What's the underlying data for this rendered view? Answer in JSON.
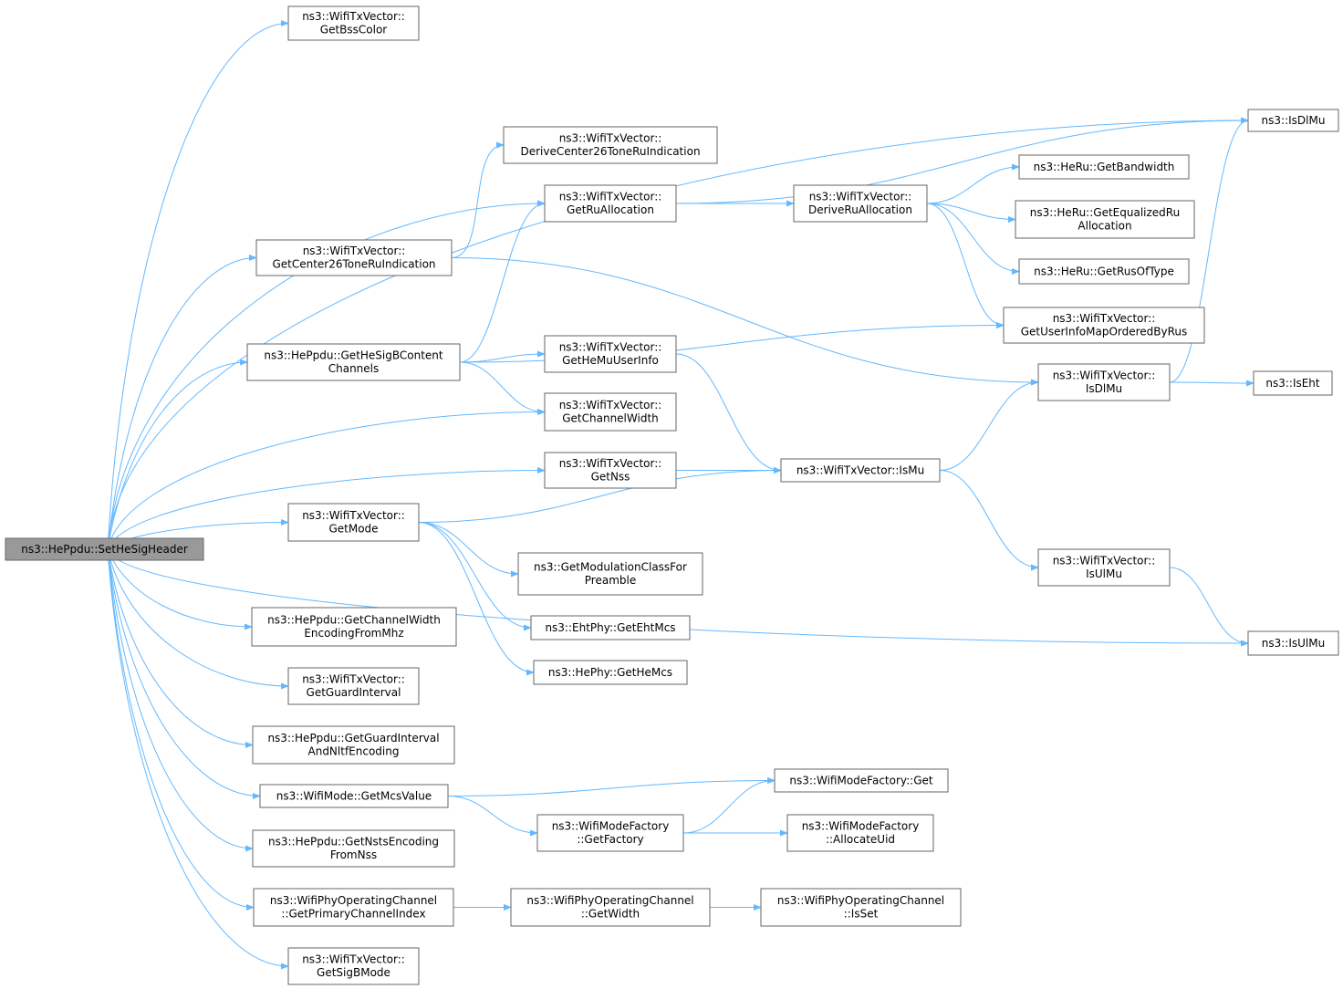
{
  "graph": {
    "colors": {
      "edge": "#63b8ff",
      "root_fill": "#999999",
      "node_fill": "#ffffff",
      "node_border": "#666666"
    },
    "nodes": [
      {
        "id": "root",
        "lines": [
          "ns3::HePpdu::SetHeSigHeader"
        ],
        "root": true
      },
      {
        "id": "getBssColor",
        "lines": [
          "ns3::WifiTxVector::",
          "GetBssColor"
        ]
      },
      {
        "id": "isDlMuFree",
        "lines": [
          "ns3::IsDlMu"
        ]
      },
      {
        "id": "deriveCenter26",
        "lines": [
          "ns3::WifiTxVector::",
          "DeriveCenter26ToneRuIndication"
        ]
      },
      {
        "id": "getRuAllocation",
        "lines": [
          "ns3::WifiTxVector::",
          "GetRuAllocation"
        ]
      },
      {
        "id": "deriveRuAllocation",
        "lines": [
          "ns3::WifiTxVector::",
          "DeriveRuAllocation"
        ]
      },
      {
        "id": "heRuGetBandwidth",
        "lines": [
          "ns3::HeRu::GetBandwidth"
        ]
      },
      {
        "id": "heRuGetEqualized",
        "lines": [
          "ns3::HeRu::GetEqualizedRu",
          "Allocation"
        ]
      },
      {
        "id": "heRuGetRusOfType",
        "lines": [
          "ns3::HeRu::GetRusOfType"
        ]
      },
      {
        "id": "getUserInfoMap",
        "lines": [
          "ns3::WifiTxVector::",
          "GetUserInfoMapOrderedByRus"
        ]
      },
      {
        "id": "getCenter26",
        "lines": [
          "ns3::WifiTxVector::",
          "GetCenter26ToneRuIndication"
        ]
      },
      {
        "id": "getHeSigB",
        "lines": [
          "ns3::HePpdu::GetHeSigBContent",
          "Channels"
        ]
      },
      {
        "id": "getHeMuUserInfo",
        "lines": [
          "ns3::WifiTxVector::",
          "GetHeMuUserInfo"
        ]
      },
      {
        "id": "txIsDlMu",
        "lines": [
          "ns3::WifiTxVector::",
          "IsDlMu"
        ]
      },
      {
        "id": "isEht",
        "lines": [
          "ns3::IsEht"
        ]
      },
      {
        "id": "getChannelWidth",
        "lines": [
          "ns3::WifiTxVector::",
          "GetChannelWidth"
        ]
      },
      {
        "id": "getNss",
        "lines": [
          "ns3::WifiTxVector::",
          "GetNss"
        ]
      },
      {
        "id": "isMu",
        "lines": [
          "ns3::WifiTxVector::IsMu"
        ]
      },
      {
        "id": "getMode",
        "lines": [
          "ns3::WifiTxVector::",
          "GetMode"
        ]
      },
      {
        "id": "getModClass",
        "lines": [
          "ns3::GetModulationClassFor",
          "Preamble"
        ]
      },
      {
        "id": "txIsUlMu",
        "lines": [
          "ns3::WifiTxVector::",
          "IsUlMu"
        ]
      },
      {
        "id": "getEhtMcs",
        "lines": [
          "ns3::EhtPhy::GetEhtMcs"
        ]
      },
      {
        "id": "isUlMuFree",
        "lines": [
          "ns3::IsUlMu"
        ]
      },
      {
        "id": "getChWidthEnc",
        "lines": [
          "ns3::HePpdu::GetChannelWidth",
          "EncodingFromMhz"
        ]
      },
      {
        "id": "getHeMcs",
        "lines": [
          "ns3::HePhy::GetHeMcs"
        ]
      },
      {
        "id": "getGuardInterval",
        "lines": [
          "ns3::WifiTxVector::",
          "GetGuardInterval"
        ]
      },
      {
        "id": "getGiNltf",
        "lines": [
          "ns3::HePpdu::GetGuardInterval",
          "AndNltfEncoding"
        ]
      },
      {
        "id": "getMcsValue",
        "lines": [
          "ns3::WifiMode::GetMcsValue"
        ]
      },
      {
        "id": "wmfGet",
        "lines": [
          "ns3::WifiModeFactory::Get"
        ]
      },
      {
        "id": "wmfGetFactory",
        "lines": [
          "ns3::WifiModeFactory",
          "::GetFactory"
        ]
      },
      {
        "id": "wmfAllocateUid",
        "lines": [
          "ns3::WifiModeFactory",
          "::AllocateUid"
        ]
      },
      {
        "id": "getNstsEnc",
        "lines": [
          "ns3::HePpdu::GetNstsEncoding",
          "FromNss"
        ]
      },
      {
        "id": "getPrimaryCh",
        "lines": [
          "ns3::WifiPhyOperatingChannel",
          "::GetPrimaryChannelIndex"
        ]
      },
      {
        "id": "opChGetWidth",
        "lines": [
          "ns3::WifiPhyOperatingChannel",
          "::GetWidth"
        ]
      },
      {
        "id": "opChIsSet",
        "lines": [
          "ns3::WifiPhyOperatingChannel",
          "::IsSet"
        ]
      },
      {
        "id": "getSigBMode",
        "lines": [
          "ns3::WifiTxVector::",
          "GetSigBMode"
        ]
      }
    ],
    "edges": [
      [
        "root",
        "getBssColor"
      ],
      [
        "root",
        "isDlMuFree"
      ],
      [
        "root",
        "getRuAllocation"
      ],
      [
        "root",
        "getCenter26"
      ],
      [
        "root",
        "getHeSigB"
      ],
      [
        "root",
        "getChannelWidth"
      ],
      [
        "root",
        "getNss"
      ],
      [
        "root",
        "getMode"
      ],
      [
        "root",
        "isUlMuFree"
      ],
      [
        "root",
        "getChWidthEnc"
      ],
      [
        "root",
        "getGuardInterval"
      ],
      [
        "root",
        "getGiNltf"
      ],
      [
        "root",
        "getMcsValue"
      ],
      [
        "root",
        "getNstsEnc"
      ],
      [
        "root",
        "getPrimaryCh"
      ],
      [
        "root",
        "getSigBMode"
      ],
      [
        "getCenter26",
        "deriveCenter26"
      ],
      [
        "getCenter26",
        "txIsDlMu"
      ],
      [
        "getRuAllocation",
        "isDlMuFree"
      ],
      [
        "getRuAllocation",
        "deriveRuAllocation"
      ],
      [
        "deriveRuAllocation",
        "heRuGetBandwidth"
      ],
      [
        "deriveRuAllocation",
        "heRuGetEqualized"
      ],
      [
        "deriveRuAllocation",
        "heRuGetRusOfType"
      ],
      [
        "deriveRuAllocation",
        "getUserInfoMap"
      ],
      [
        "getHeSigB",
        "getRuAllocation"
      ],
      [
        "getHeSigB",
        "getUserInfoMap"
      ],
      [
        "getHeSigB",
        "getHeMuUserInfo"
      ],
      [
        "getHeSigB",
        "getChannelWidth"
      ],
      [
        "getHeMuUserInfo",
        "isMu"
      ],
      [
        "getNss",
        "isMu"
      ],
      [
        "getMode",
        "isMu"
      ],
      [
        "getMode",
        "getModClass"
      ],
      [
        "getMode",
        "getEhtMcs"
      ],
      [
        "getMode",
        "getHeMcs"
      ],
      [
        "isMu",
        "txIsDlMu"
      ],
      [
        "isMu",
        "txIsUlMu"
      ],
      [
        "txIsDlMu",
        "isDlMuFree"
      ],
      [
        "txIsDlMu",
        "isEht"
      ],
      [
        "txIsUlMu",
        "isUlMuFree"
      ],
      [
        "getMcsValue",
        "wmfGet"
      ],
      [
        "getMcsValue",
        "wmfGetFactory"
      ],
      [
        "wmfGetFactory",
        "wmfGet"
      ],
      [
        "wmfGetFactory",
        "wmfAllocateUid"
      ],
      [
        "getPrimaryCh",
        "opChGetWidth"
      ],
      [
        "opChGetWidth",
        "opChIsSet"
      ]
    ]
  }
}
